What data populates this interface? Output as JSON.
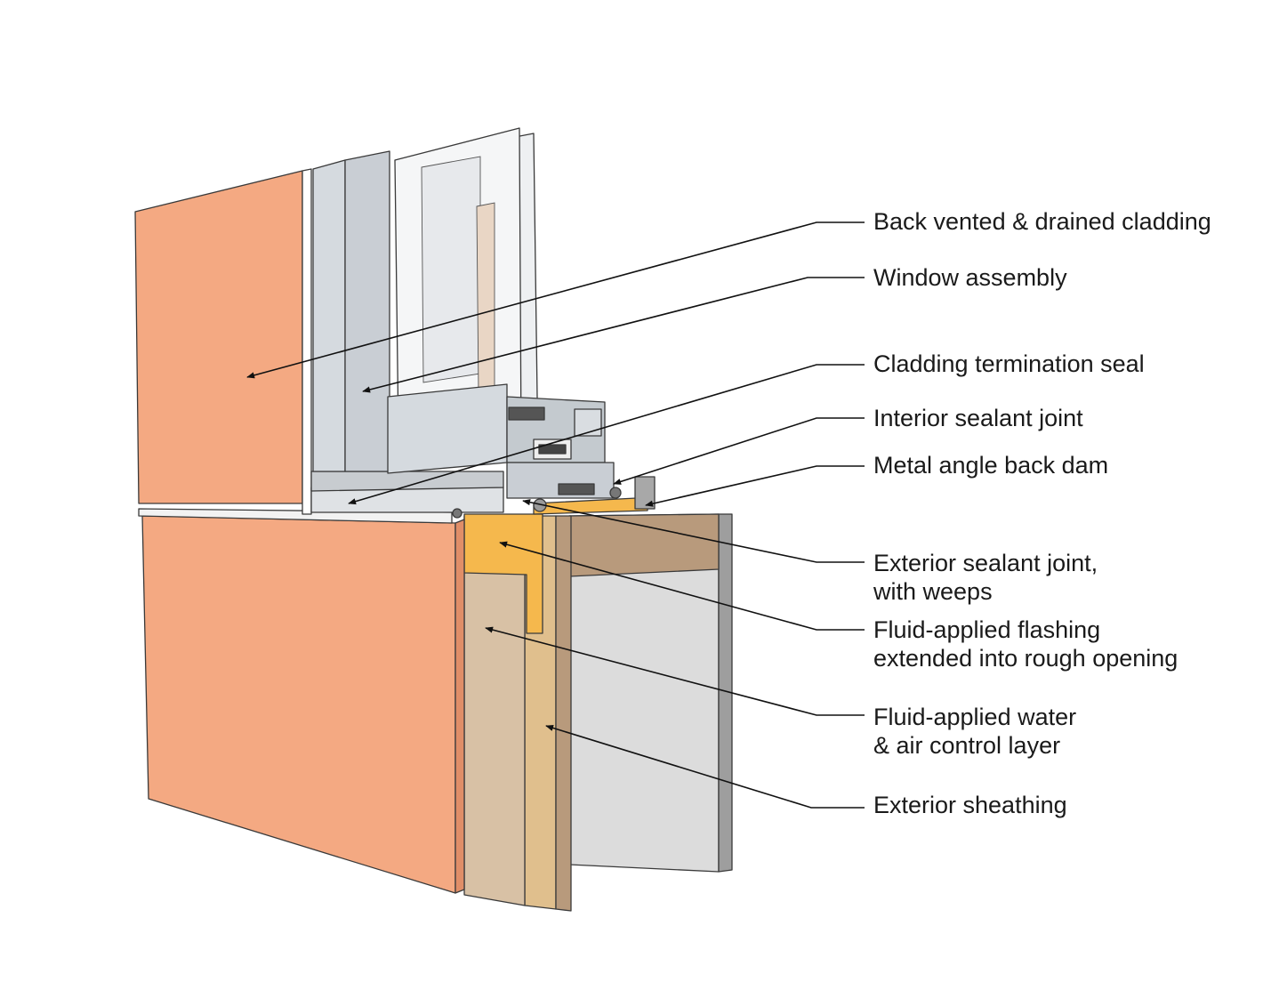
{
  "callouts": [
    {
      "id": "back-vented-cladding",
      "lines": [
        "Back vented & drained cladding"
      ]
    },
    {
      "id": "window-assembly",
      "lines": [
        "Window assembly"
      ]
    },
    {
      "id": "cladding-termination-seal",
      "lines": [
        "Cladding termination seal"
      ]
    },
    {
      "id": "interior-sealant-joint",
      "lines": [
        "Interior sealant joint"
      ]
    },
    {
      "id": "metal-angle-back-dam",
      "lines": [
        "Metal angle back dam"
      ]
    },
    {
      "id": "exterior-sealant-joint",
      "lines": [
        "Exterior sealant joint,",
        "with weeps"
      ]
    },
    {
      "id": "fluid-applied-flashing",
      "lines": [
        "Fluid-applied flashing",
        "extended into rough opening"
      ]
    },
    {
      "id": "fluid-applied-water-air-layer",
      "lines": [
        "Fluid-applied water",
        "& air control layer"
      ]
    },
    {
      "id": "exterior-sheathing",
      "lines": [
        "Exterior sheathing"
      ]
    }
  ],
  "colors": {
    "cladding": "#f4a982",
    "cladding_edge": "#e08e68",
    "flashing": "#f5b84d",
    "water_air_layer": "#d8c1a5",
    "sheathing": "#e0bf8d",
    "sheathing_side": "#b89a7c",
    "framing_top": "#b89a7c",
    "drywall": "#dcdcdc",
    "window_frame": "#d5dadf",
    "glass": "#eef0f2"
  }
}
